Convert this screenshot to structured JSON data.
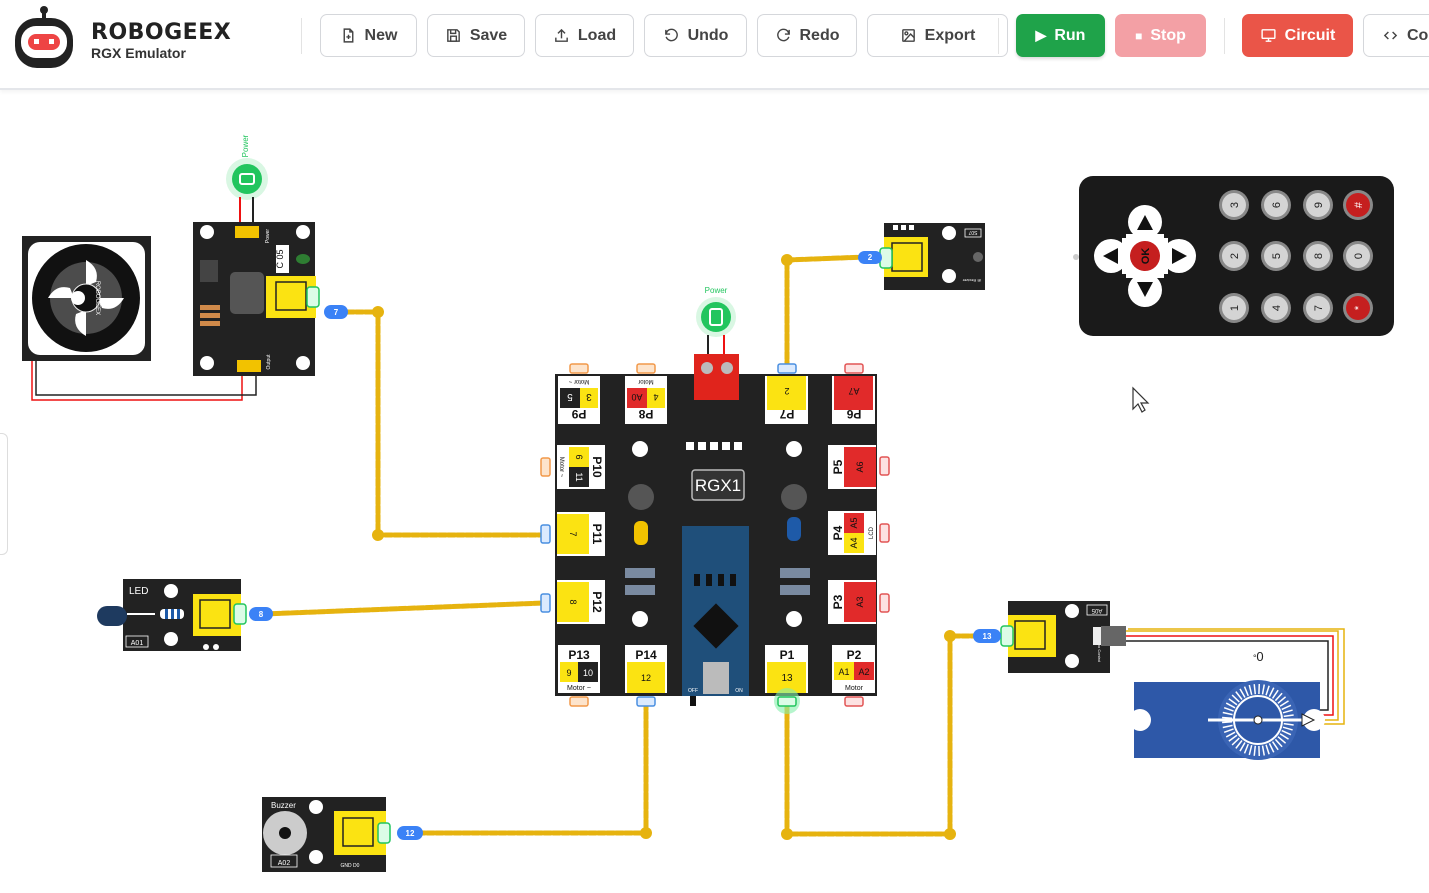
{
  "brand": {
    "name": "ROBOGEEX",
    "subtitle": "RGX Emulator"
  },
  "toolbar": {
    "new_label": "New",
    "save_label": "Save",
    "load_label": "Load",
    "undo_label": "Undo",
    "redo_label": "Redo",
    "export_label": "Export",
    "run_label": "Run",
    "stop_label": "Stop",
    "circuit_label": "Circuit",
    "code_label": "Co"
  },
  "colors": {
    "run": "#1fa34a",
    "stop": "#f3a0a5",
    "circuit": "#ea5548",
    "wire": "#e6b30f",
    "port_badge": "#3b82f6",
    "power": "#22c55e",
    "board": "#222222",
    "port_yellow": "#fbe312",
    "port_red": "#e12a2a"
  },
  "board": {
    "name": "RGX1",
    "power_label": "Power",
    "ports_top": [
      {
        "code": "P9",
        "pins": [
          "5",
          "3"
        ],
        "extra": "Motor ~"
      },
      {
        "code": "P8",
        "pins": [
          "A0",
          "4"
        ],
        "extra": "Motor"
      },
      {
        "code": "P7",
        "pins": [
          "2"
        ],
        "extra": ""
      },
      {
        "code": "P6",
        "pins": [
          "A7"
        ],
        "extra": ""
      }
    ],
    "ports_left": [
      {
        "code": "P10",
        "pins": [
          "6",
          "11"
        ],
        "extra": "Motor ~"
      },
      {
        "code": "P11",
        "pins": [
          "7"
        ],
        "extra": ""
      },
      {
        "code": "P12",
        "pins": [
          "8"
        ],
        "extra": ""
      }
    ],
    "ports_right": [
      {
        "code": "P5",
        "pins": [
          "A6"
        ],
        "extra": ""
      },
      {
        "code": "P4",
        "pins": [
          "A5",
          "A4"
        ],
        "extra": "LCD"
      },
      {
        "code": "P3",
        "pins": [
          "A3"
        ],
        "extra": ""
      }
    ],
    "ports_bottom": [
      {
        "code": "P13",
        "pins": [
          "9",
          "10"
        ],
        "extra": "Motor ~"
      },
      {
        "code": "P14",
        "pins": [
          "12"
        ],
        "extra": ""
      },
      {
        "code": "P1",
        "pins": [
          "13"
        ],
        "extra": ""
      },
      {
        "code": "P2",
        "pins": [
          "A1",
          "A2"
        ],
        "extra": "Motor"
      }
    ],
    "switch_labels": [
      "OFF",
      "ON"
    ]
  },
  "modules": {
    "fan": {
      "brand": "ROBOGEEX"
    },
    "motor_driver": {
      "power_label": "Power",
      "chip": "C 05",
      "top_label": "Power",
      "bottom_label": "Output",
      "port": "7"
    },
    "ir_receiver": {
      "code": "S07",
      "label": "IR Reciver",
      "port": "2"
    },
    "led": {
      "label": "LED",
      "code": "A01",
      "port": "8"
    },
    "buzzer": {
      "label": "Buzzer",
      "code": "A02",
      "pins": "GND D0",
      "port": "12"
    },
    "servo": {
      "code": "A05",
      "label": "Servo Control",
      "angle": "0",
      "port": "13"
    }
  },
  "remote": {
    "ok_label": "OK",
    "keys": [
      [
        "3",
        "6",
        "9",
        "#"
      ],
      [
        "2",
        "5",
        "8",
        "0"
      ],
      [
        "1",
        "4",
        "7",
        "*"
      ]
    ]
  }
}
